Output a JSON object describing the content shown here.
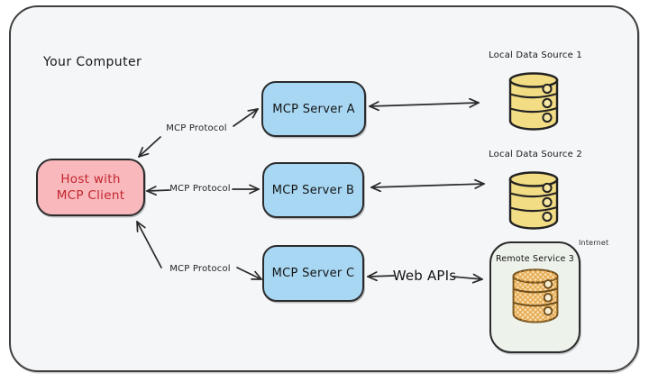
{
  "frame": {
    "label": "Your Computer"
  },
  "host": {
    "line1": "Host with",
    "line2": "MCP Client"
  },
  "servers": {
    "a": "MCP Server A",
    "b": "MCP Server B",
    "c": "MCP Server C"
  },
  "connections": {
    "host_server_a": "MCP Protocol",
    "host_server_b": "MCP Protocol",
    "host_server_c": "MCP Protocol",
    "server_c_remote": "Web APIs"
  },
  "data_sources": {
    "one": "Local Data Source 1",
    "two": "Local Data Source 2"
  },
  "remote_service": {
    "label": "Remote Service 3",
    "zone": "Internet"
  },
  "icons": {
    "local_database": "database-cylinder-icon",
    "remote_database": "database-cylinder-crosshatch-icon"
  },
  "colors": {
    "frame_border": "#3f3f3f",
    "canvas_bg": "#f5f6f8",
    "host_fill": "#f8b8bc",
    "host_text": "#c2262e",
    "server_fill": "#a7d7f3",
    "box_border": "#2b2b2b",
    "db_fill": "#f2dc84",
    "remote_fill": "#edf2eb",
    "remote_db_base": "#f8ddab",
    "remote_db_hatch": "#e2a144",
    "remote_db_line": "#6e4d1b",
    "arrow": "#2a2a2a"
  }
}
